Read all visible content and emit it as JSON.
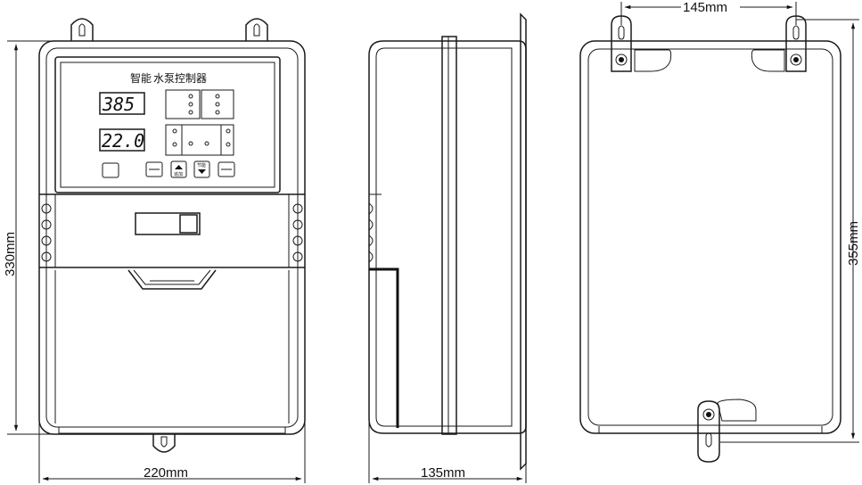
{
  "front": {
    "brand": "智能",
    "title": "水泵控制器",
    "display_top": "385",
    "display_bottom": "22.0",
    "up_label": "追加",
    "down_label": "节能"
  },
  "dimensions": {
    "front_height": "330mm",
    "front_width": "220mm",
    "side_depth": "135mm",
    "mount_spacing": "145mm",
    "mount_height": "355mm"
  }
}
